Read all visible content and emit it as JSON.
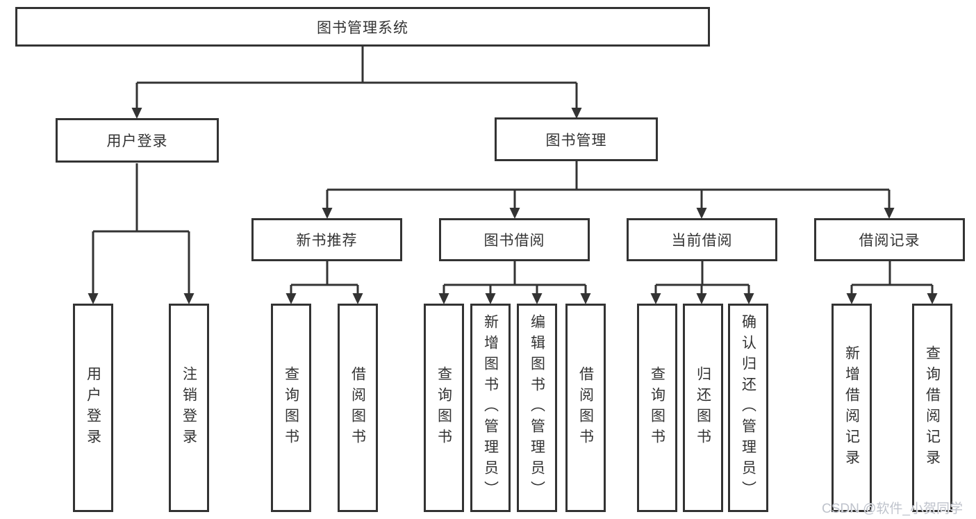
{
  "diagram": {
    "root": "图书管理系统",
    "user_login": "用户登录",
    "book_management": "图书管理",
    "user_login_children": [
      "用户登录",
      "注销登录"
    ],
    "book_modules": [
      "新书推荐",
      "图书借阅",
      "当前借阅",
      "借阅记录"
    ],
    "new_book_children": [
      "查询图书",
      "借阅图书"
    ],
    "book_borrow_children": [
      "查询图书",
      "新增图书（管理员）",
      "编辑图书（管理员）",
      "借阅图书"
    ],
    "current_borrow_children": [
      "查询图书",
      "归还图书",
      "确认归还（管理员）"
    ],
    "borrow_record_children": [
      "新增借阅记录",
      "查询借阅记录"
    ]
  },
  "watermark": {
    "text": "CSDN @软件_小贺同学"
  },
  "colors": {
    "line": "#333333",
    "box_border": "#333333",
    "text": "#333333",
    "watermark": "#bfc3cc",
    "background": "#ffffff"
  }
}
